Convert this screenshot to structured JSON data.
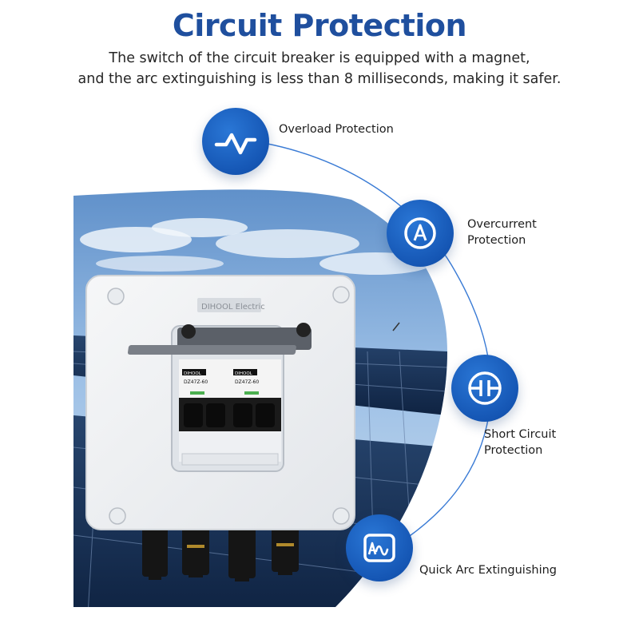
{
  "header": {
    "title": "Circuit Protection",
    "subtitle_line1": "The switch of the circuit breaker is equipped with a magnet,",
    "subtitle_line2": "and the arc extinguishing is less than 8 milliseconds, making it safer."
  },
  "features": [
    {
      "label_line1": "Overload Protection",
      "label_line2": "",
      "icon": "waveform-icon"
    },
    {
      "label_line1": "Overcurrent",
      "label_line2": "Protection",
      "icon": "ampere-icon"
    },
    {
      "label_line1": "Short Circuit",
      "label_line2": "Protection",
      "icon": "short-circuit-icon"
    },
    {
      "label_line1": "Quick Arc Extinguishing",
      "label_line2": "",
      "icon": "arc-wave-icon"
    }
  ],
  "product": {
    "brand_label": "DIHOOL",
    "brand_suffix": "Electric",
    "breaker_brand": "DIHOOL",
    "breaker_model": "DZ47Z-60"
  },
  "colors": {
    "accent": "#1f4f9e",
    "icon_blue": "#1556b4",
    "arc_line": "#3a7bd5"
  }
}
